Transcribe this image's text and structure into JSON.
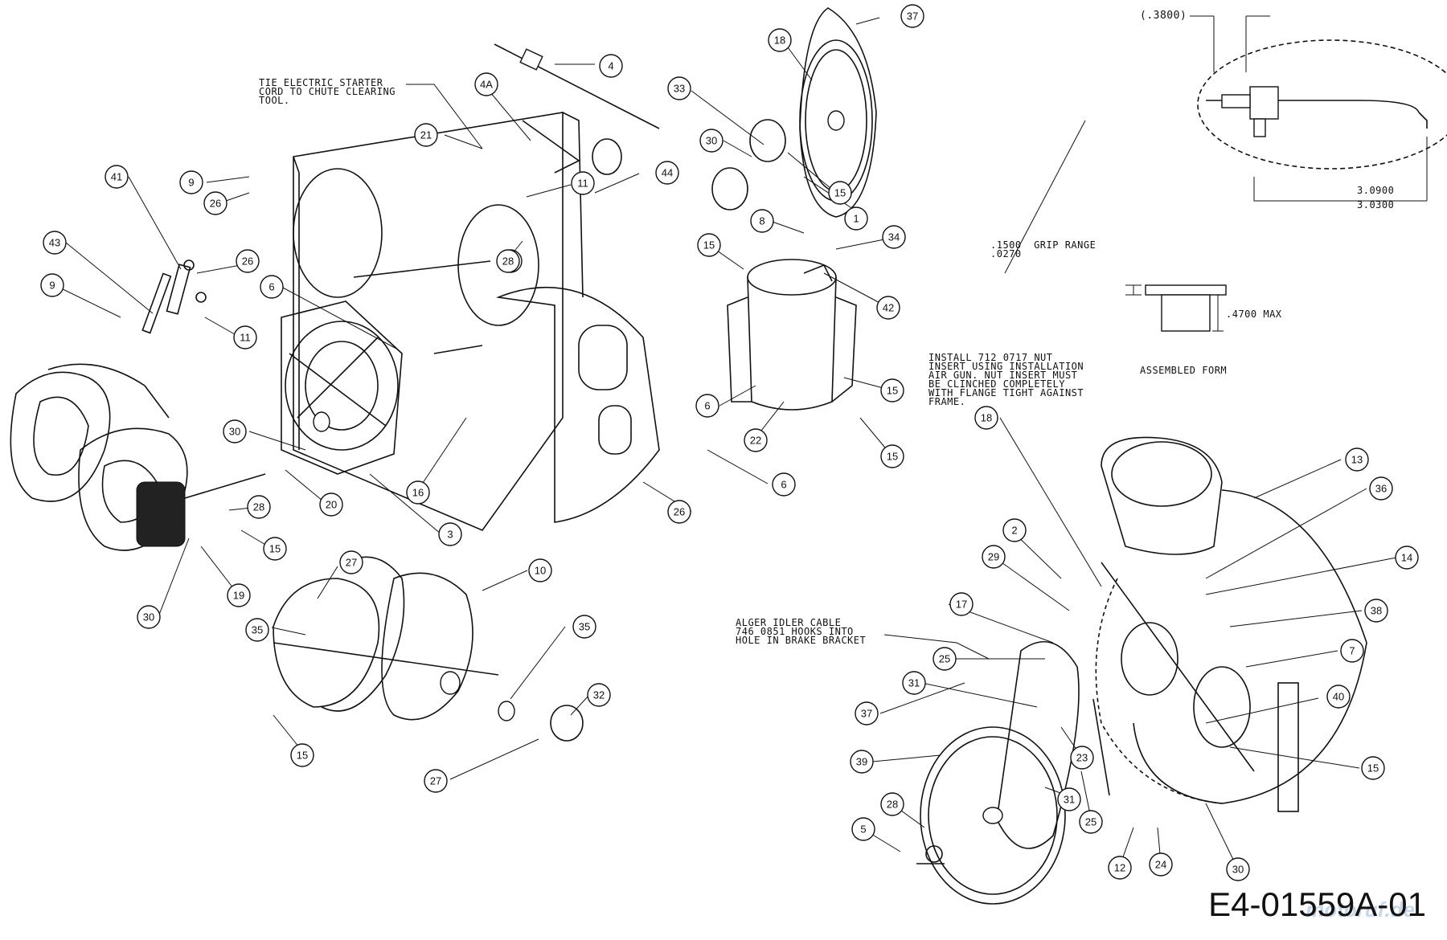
{
  "drawing_id": "E4-01559A-01",
  "watermark": "motoruf.de",
  "notes": {
    "tie_cord": "TIE ELECTRIC STARTER\nCORD TO CHUTE CLEARING\nTOOL.",
    "dim_top": "(.3800)",
    "dim_309": "3.0900",
    "dim_303": "3.0300",
    "grip_range": ".1500  GRIP RANGE\n.0270",
    "max_470": ".4700 MAX",
    "assembled_form": "ASSEMBLED FORM",
    "install_nut": "INSTALL 712_0717 NUT\nINSERT USING INSTALLATION\nAIR GUN. NUT INSERT MUST\nBE CLINCHED COMPLETELY\nWITH FLANGE TIGHT AGAINST\nFRAME.",
    "auger_cable": "ALGER IDLER CABLE\n746_0851 HOOKS INTO\nHOLE IN BRAKE BRACKET"
  },
  "callouts": [
    {
      "label": "37",
      "name": "callout-37-top"
    },
    {
      "label": "18",
      "name": "callout-18-top"
    },
    {
      "label": "33",
      "name": "callout-33"
    },
    {
      "label": "30",
      "name": "callout-30-top"
    },
    {
      "label": "15",
      "name": "callout-15-top"
    },
    {
      "label": "1",
      "name": "callout-1"
    },
    {
      "label": "4",
      "name": "callout-4"
    },
    {
      "label": "4A",
      "name": "callout-4a"
    },
    {
      "label": "21",
      "name": "callout-21"
    },
    {
      "label": "11",
      "name": "callout-11-top"
    },
    {
      "label": "44",
      "name": "callout-44"
    },
    {
      "label": "28",
      "name": "callout-28-top"
    },
    {
      "label": "9",
      "name": "callout-9-top"
    },
    {
      "label": "26",
      "name": "callout-26-top"
    },
    {
      "label": "41",
      "name": "callout-41"
    },
    {
      "label": "43",
      "name": "callout-43"
    },
    {
      "label": "9",
      "name": "callout-9-left"
    },
    {
      "label": "26",
      "name": "callout-26-mid"
    },
    {
      "label": "11",
      "name": "callout-11-mid"
    },
    {
      "label": "6",
      "name": "callout-6-mid"
    },
    {
      "label": "28",
      "name": "callout-28-center"
    },
    {
      "label": "8",
      "name": "callout-8"
    },
    {
      "label": "34",
      "name": "callout-34"
    },
    {
      "label": "15",
      "name": "callout-15-chute"
    },
    {
      "label": "42",
      "name": "callout-42"
    },
    {
      "label": "15",
      "name": "callout-15-chute-right"
    },
    {
      "label": "6",
      "name": "callout-6-chute"
    },
    {
      "label": "22",
      "name": "callout-22"
    },
    {
      "label": "15",
      "name": "callout-15-chute-bottom"
    },
    {
      "label": "30",
      "name": "callout-30-mid"
    },
    {
      "label": "16",
      "name": "callout-16"
    },
    {
      "label": "20",
      "name": "callout-20"
    },
    {
      "label": "3",
      "name": "callout-3"
    },
    {
      "label": "6",
      "name": "callout-6-housing"
    },
    {
      "label": "26",
      "name": "callout-26-housing"
    },
    {
      "label": "28",
      "name": "callout-28-auger"
    },
    {
      "label": "15",
      "name": "callout-15-auger"
    },
    {
      "label": "19",
      "name": "callout-19"
    },
    {
      "label": "30",
      "name": "callout-30-auger"
    },
    {
      "label": "27",
      "name": "callout-27-mid"
    },
    {
      "label": "35",
      "name": "callout-35-mid"
    },
    {
      "label": "10",
      "name": "callout-10"
    },
    {
      "label": "35",
      "name": "callout-35-right"
    },
    {
      "label": "32",
      "name": "callout-32"
    },
    {
      "label": "27",
      "name": "callout-27-bottom"
    },
    {
      "label": "15",
      "name": "callout-15-bottom-left"
    },
    {
      "label": "18",
      "name": "callout-18-right"
    },
    {
      "label": "13",
      "name": "callout-13"
    },
    {
      "label": "36",
      "name": "callout-36"
    },
    {
      "label": "14",
      "name": "callout-14"
    },
    {
      "label": "38",
      "name": "callout-38"
    },
    {
      "label": "7",
      "name": "callout-7"
    },
    {
      "label": "40",
      "name": "callout-40"
    },
    {
      "label": "15",
      "name": "callout-15-right"
    },
    {
      "label": "2",
      "name": "callout-2"
    },
    {
      "label": "29",
      "name": "callout-29"
    },
    {
      "label": "17",
      "name": "callout-17"
    },
    {
      "label": "25",
      "name": "callout-25-top"
    },
    {
      "label": "31",
      "name": "callout-31-top"
    },
    {
      "label": "37",
      "name": "callout-37-bottom"
    },
    {
      "label": "39",
      "name": "callout-39"
    },
    {
      "label": "23",
      "name": "callout-23"
    },
    {
      "label": "31",
      "name": "callout-31-bottom"
    },
    {
      "label": "25",
      "name": "callout-25-bottom"
    },
    {
      "label": "28",
      "name": "callout-28-bottom"
    },
    {
      "label": "5",
      "name": "callout-5"
    },
    {
      "label": "12",
      "name": "callout-12"
    },
    {
      "label": "24",
      "name": "callout-24"
    },
    {
      "label": "30",
      "name": "callout-30-bottom"
    }
  ]
}
